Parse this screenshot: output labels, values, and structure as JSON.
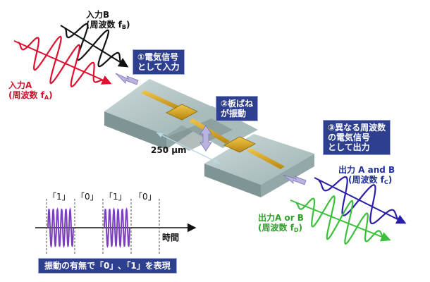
{
  "inputs": {
    "b": {
      "name": "入力B",
      "freq": "(周波数 f",
      "sub": "B",
      "close": ")"
    },
    "a": {
      "name": "入力A",
      "freq": "(周波数 f",
      "sub": "A",
      "close": ")"
    }
  },
  "outputs": {
    "ab": {
      "name": "出力 A and B",
      "freq": "(周波数 f",
      "sub": "C",
      "close": ")"
    },
    "aorb": {
      "name": "出力A or B",
      "freq": "(周波数 f",
      "sub": "D",
      "close": ")"
    }
  },
  "steps": [
    {
      "line1": "①電気信号",
      "line2": "として入力"
    },
    {
      "line1": "②板ばね",
      "line2": "が振動"
    },
    {
      "line1": "③異なる周波数",
      "line2": "の電気信号",
      "line3": "として出力"
    }
  ],
  "dimension": "250 μm",
  "bits": [
    "「1」",
    "「0」",
    "「1」",
    "「0」"
  ],
  "time_label": "時間",
  "caption": "振動の有無で「0」､「1」を表現",
  "colors": {
    "input_a": "#e01030",
    "input_b": "#111111",
    "output_ab": "#2a1fa8",
    "output_aorb": "#3cc03c",
    "signal": "#7a3fc0",
    "label_box": "#2f3f8f",
    "arrow": "#b9b3e0",
    "device_top": "#b8c8c8",
    "device_side": "#8fa3a3",
    "electrode": "#d6a21a"
  }
}
